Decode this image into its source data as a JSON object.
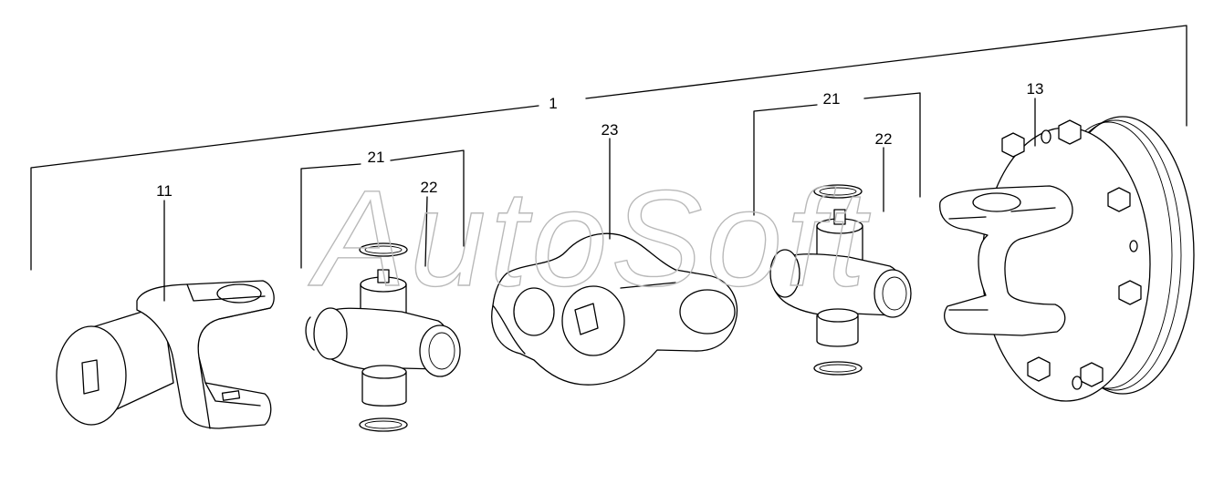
{
  "watermark": "AutoSoft",
  "labels": {
    "assembly": "1",
    "yoke_left": "11",
    "flange_yoke": "13",
    "ujoint_left": "21",
    "ujoint_right": "21",
    "bearing_left": "22",
    "bearing_right": "22",
    "centering_yoke": "23"
  }
}
